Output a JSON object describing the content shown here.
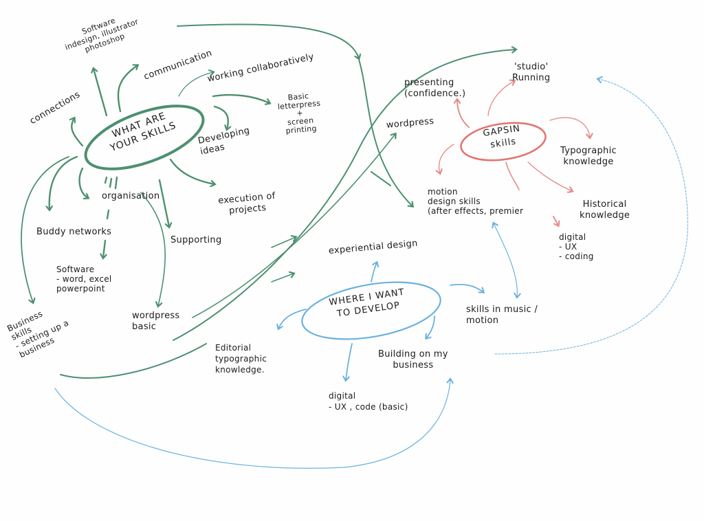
{
  "colors": {
    "skills_ink": "#2e7d57",
    "gaps_ink": "#d9534f",
    "develop_ink": "#5aa9dc",
    "text_ink": "#1b1b1b",
    "paper": "#fefefe"
  },
  "hubs": {
    "skills": {
      "label": "WHAT ARE\nYOUR SKILLS"
    },
    "gaps": {
      "label": "GAPSIN\nskills"
    },
    "develop": {
      "label": "WHERE I WANT\nTO DEVELOP"
    }
  },
  "skills_nodes": {
    "software_adobe": "Software\nindesign, illustrator\nphotoshop",
    "connections": "connections",
    "communication": "communication",
    "working_collaboratively": "working collaboratively",
    "letterpress": "Basic\nletterpress\n+\nscreen\nprinting",
    "developing_ideas": "Developing\nideas",
    "organisation": "organisation",
    "execution": "execution of\nprojects",
    "buddy_networks": "Buddy networks",
    "supporting": "Supporting",
    "software_office": "Software\n- word, excel\npowerpoint",
    "wordpress_basic": "wordpress\nbasic",
    "business_skills": "Business\nskills\n- setting up a\nbusiness"
  },
  "gaps_nodes": {
    "presenting": "presenting\n(confidence.)",
    "studio_running": "'studio'\nRunning",
    "wordpress": "wordpress",
    "typographic": "Typographic\nknowledge",
    "motion": "motion\ndesign skills\n(after effects, premier",
    "historical": "Historical\nknowledge",
    "digital": "digital\n- UX\n- coding"
  },
  "develop_nodes": {
    "experiential": "experiential design",
    "music_motion": "skills in music /\nmotion",
    "editorial": "Editorial\ntypographic\nknowledge.",
    "building_business": "Building on my\nbusiness",
    "digital_code": "digital\n- UX , code (basic)"
  }
}
